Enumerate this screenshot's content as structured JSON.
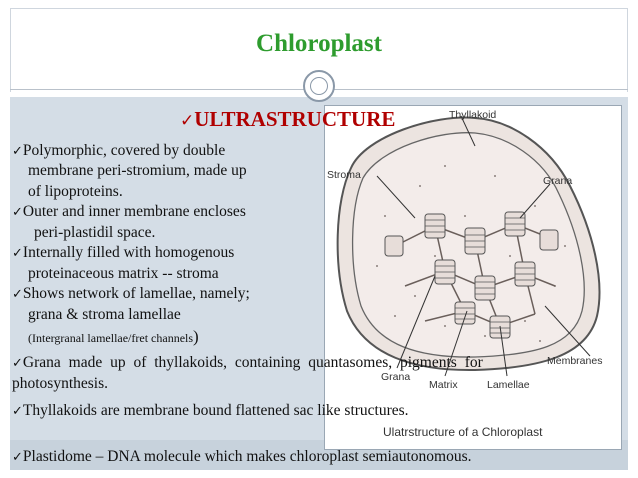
{
  "slide": {
    "title": "Chloroplast",
    "heading": "ULTRASTRUCTURE",
    "check_mark": "✓",
    "bullets": [
      {
        "line1": "Polymorphic, covered by double",
        "line2": "membrane peri-stromium, made up",
        "line3": "of lipoproteins."
      },
      {
        "line1": "Outer and inner membrane encloses",
        "line2": "peri-plastidil space."
      },
      {
        "line1": "Internally filled with homogenous",
        "line2": "proteinaceous matrix -- stroma"
      },
      {
        "line1": "Shows network of lamellae, namely;",
        "line2": "grana & stroma lamellae",
        "note": "(Intergranal lamellae/fret channels",
        "close_paren": ")"
      },
      {
        "line1": "Grana made up of thyllakoids, containing quantasomes, pigments for",
        "line2": "photosynthesis."
      },
      {
        "line1": "Thyllakoids are membrane bound flattened sac like structures."
      },
      {
        "line1": "Plastidome – DNA molecule which makes chloroplast semiautonomous."
      }
    ]
  },
  "diagram": {
    "labels": {
      "thylakoid": "Thyllakoid",
      "stroma": "Stroma",
      "grana_upper": "Grana",
      "grana_lower": "Grana",
      "matrix": "Matrix",
      "lamellae": "Lamellae",
      "membranes": "Membranes"
    },
    "caption": "Ulatrstructure of a Chloroplast"
  },
  "colors": {
    "title": "#2e9c2e",
    "heading": "#b00000",
    "content_bg": "#d4dde6",
    "bottom_band": "#c7d2dc"
  }
}
